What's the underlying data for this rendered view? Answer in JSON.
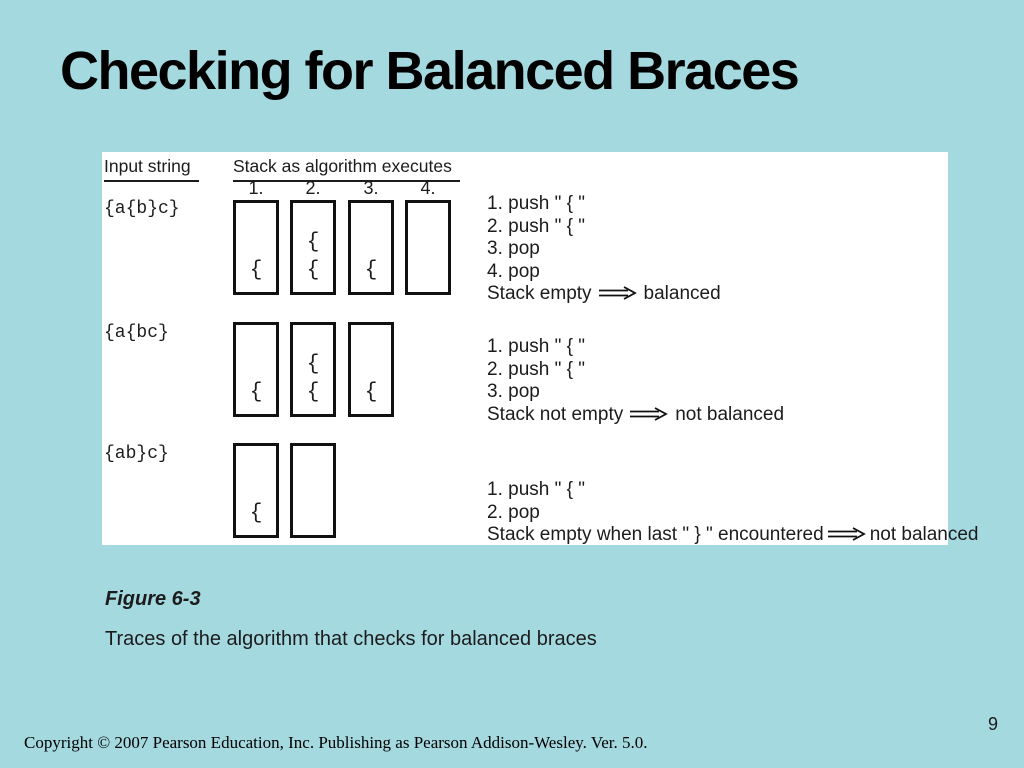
{
  "slide": {
    "title": "Checking for Balanced Braces",
    "page_number": "9",
    "copyright": "Copyright © 2007 Pearson Education, Inc. Publishing as Pearson Addison-Wesley. Ver. 5.0.",
    "colors": {
      "background": "#A4D9E0",
      "figure_background": "#FFFFFF",
      "text": "#1C1C1C"
    }
  },
  "figure": {
    "caption_title": "Figure 6-3",
    "caption_text": "Traces of the algorithm that checks for balanced braces",
    "headers": {
      "input": "Input string",
      "stack": "Stack as algorithm executes"
    },
    "column_numbers": [
      "1.",
      "2.",
      "3.",
      "4."
    ],
    "arrow_icon": "double-arrow-right",
    "rows": [
      {
        "input": "{a{b}c}",
        "stacks": [
          [
            "{"
          ],
          [
            "{",
            "{"
          ],
          [
            "{"
          ],
          []
        ],
        "steps": [
          "1. push \" { \"",
          "2. push \" { \"",
          "3. pop",
          "4. pop"
        ],
        "result": {
          "before": "Stack empty",
          "after": "balanced"
        }
      },
      {
        "input": "{a{bc}",
        "stacks": [
          [
            "{"
          ],
          [
            "{",
            "{"
          ],
          [
            "{"
          ]
        ],
        "steps": [
          "1. push \" { \"",
          "2. push \" { \"",
          "3. pop"
        ],
        "result": {
          "before": "Stack not empty",
          "after": "not balanced"
        }
      },
      {
        "input": "{ab}c}",
        "stacks": [
          [
            "{"
          ],
          []
        ],
        "steps": [
          "1. push \" { \"",
          "2. pop"
        ],
        "result": {
          "before": "Stack empty when last \" } \" encountered",
          "after": "not balanced"
        }
      }
    ]
  }
}
